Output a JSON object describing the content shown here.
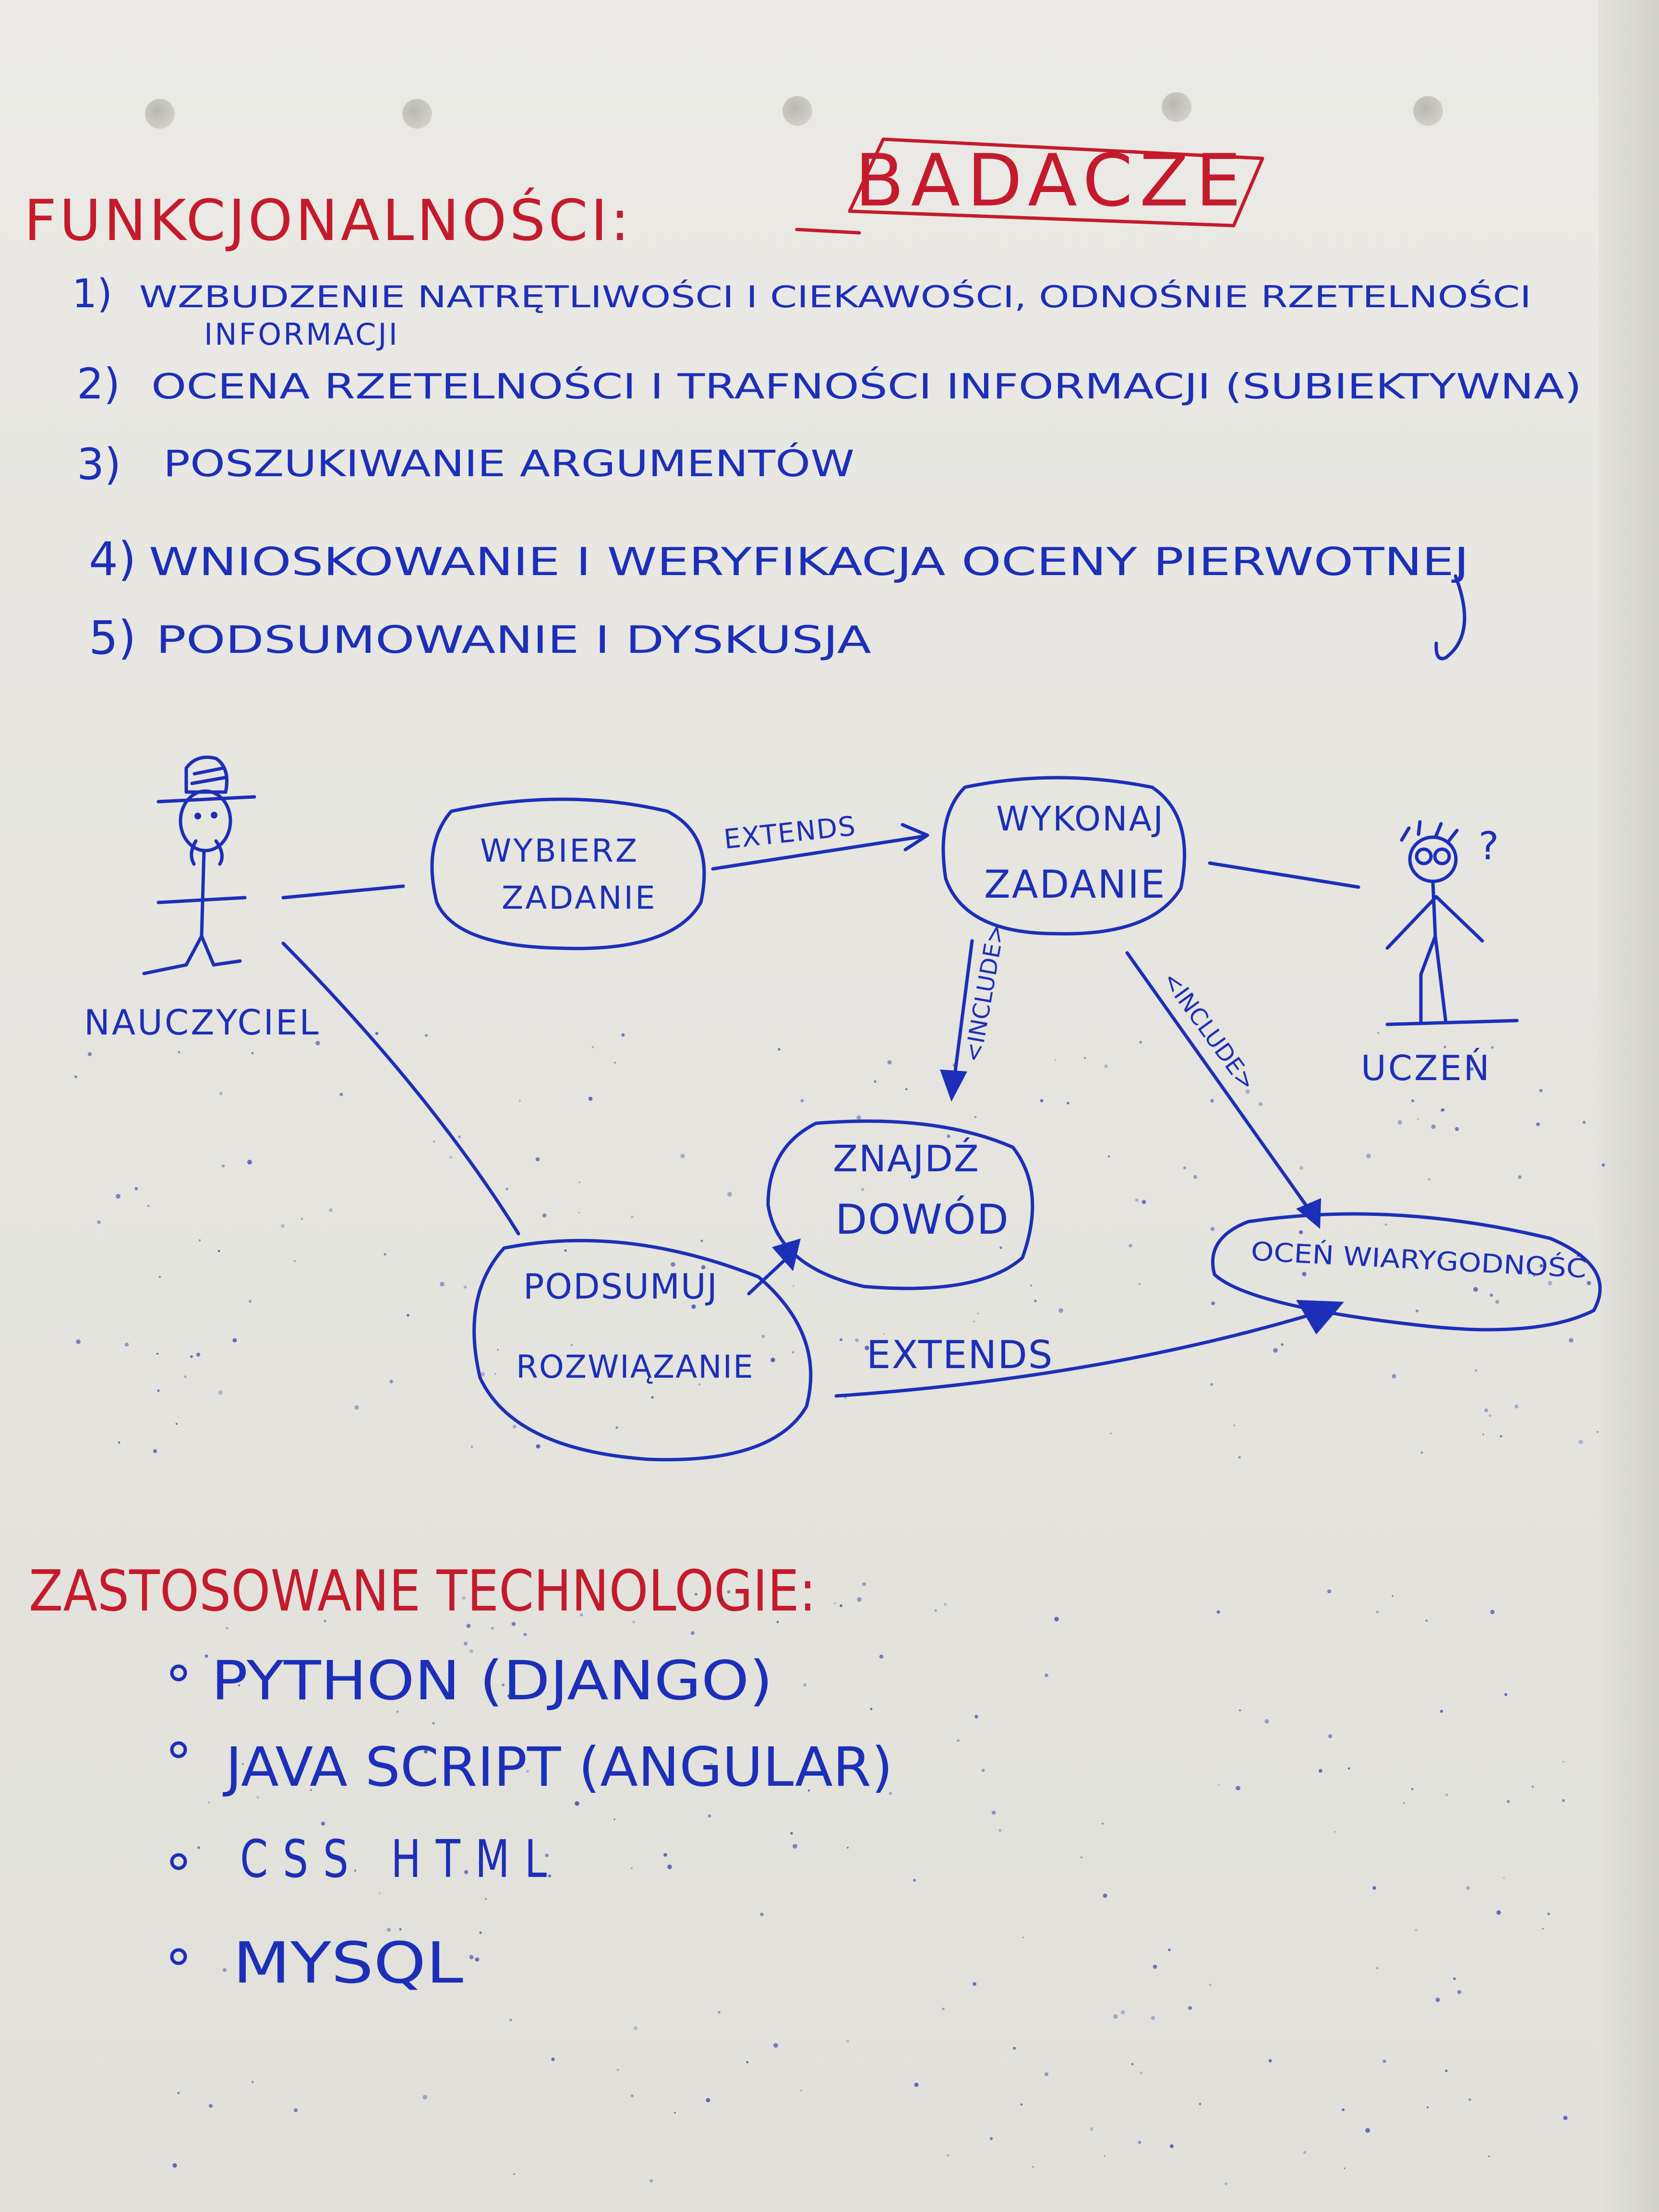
{
  "title": "BADACZE",
  "functions": {
    "heading": "FUNKCJONALNOŚCI:",
    "items": [
      {
        "num": "1)",
        "text": "WZBUDZENIE NATRĘTLIWOŚCI I CIEKAWOŚCI, ODNOŚNIE RZETELNOŚCI",
        "cont": "INFORMACJI"
      },
      {
        "num": "2)",
        "text": "OCENA RZETELNOŚCI I TRAFNOŚCI INFORMACJI (SUBIEKTYWNA)"
      },
      {
        "num": "3)",
        "text": "POSZUKIWANIE ARGUMENTÓW"
      },
      {
        "num": "4)",
        "text": "WNIOSKOWANIE I WERYFIKACJA OCENY PIERWOTNEJ"
      },
      {
        "num": "5)",
        "text": "PODSUMOWANIE I DYSKUSJA"
      }
    ]
  },
  "diagram": {
    "actors": {
      "teacher": "NAUCZYCIEL",
      "student": "UCZEŃ",
      "student_mark": "?"
    },
    "use_cases": {
      "choose_task": [
        "WYBIERZ",
        "ZADANIE"
      ],
      "do_task": [
        "WYKONAJ",
        "ZADANIE"
      ],
      "find_proof": [
        "ZNAJDŹ",
        "DOWÓD"
      ],
      "summarize": [
        "PODSUMUJ",
        "ROZWIĄZANIE"
      ],
      "assess": "OCEŃ WIARYGODNOŚĆ"
    },
    "relations": {
      "extends_top": "EXTENDS",
      "include_left": "<INCLUDE>",
      "include_right": "<INCLUDE>",
      "extends_bottom": "EXTENDS"
    }
  },
  "technologies": {
    "heading": "ZASTOSOWANE TECHNOLOGIE:",
    "items": [
      "PYTHON (DJANGO)",
      "JAVA SCRIPT (ANGULAR)",
      "CSS HTML",
      "MYSQL"
    ]
  },
  "colors": {
    "red_marker": "#c41b2c",
    "blue_marker": "#1c2fb8",
    "paper": "#e6e5e0"
  }
}
